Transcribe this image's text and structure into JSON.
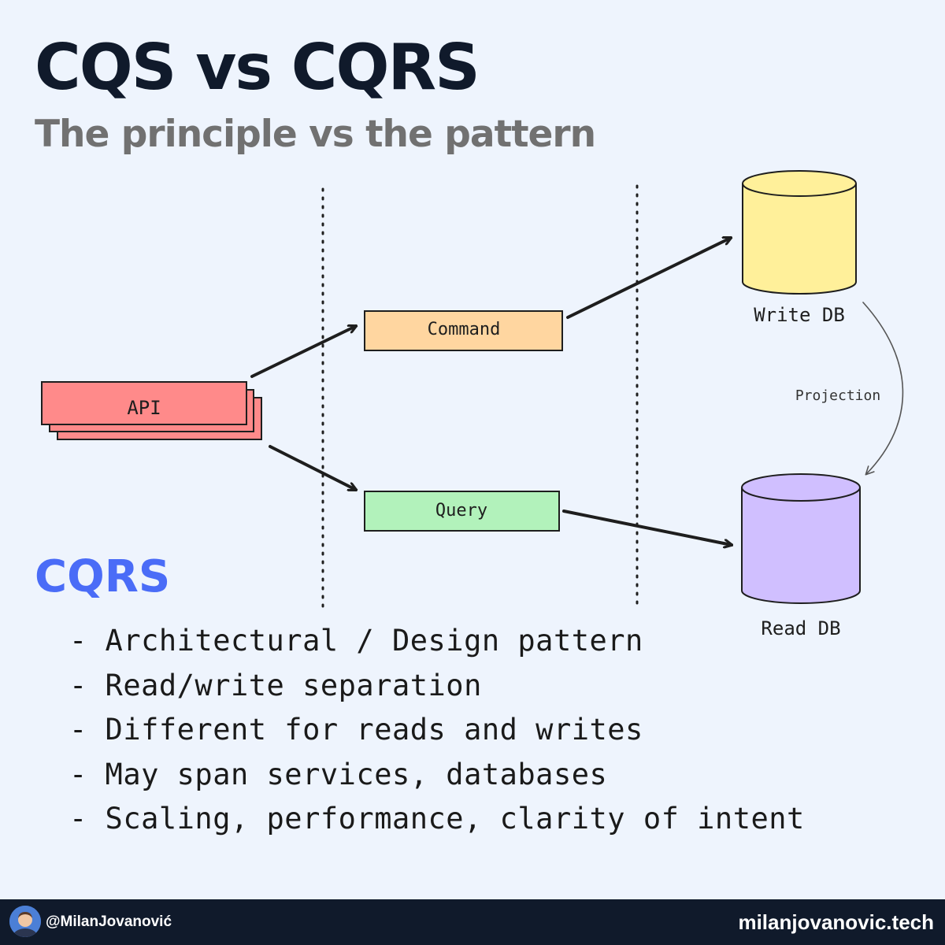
{
  "header": {
    "title": "CQS vs CQRS",
    "subtitle": "The principle vs the pattern"
  },
  "diagram": {
    "api_label": "API",
    "command_label": "Command",
    "query_label": "Query",
    "write_db_label": "Write DB",
    "read_db_label": "Read DB",
    "projection_label": "Projection",
    "colors": {
      "api": "#ff8a8a",
      "command": "#ffd6a0",
      "query": "#b2f2bb",
      "write_db": "#fff09a",
      "read_db": "#d0bfff"
    }
  },
  "section": {
    "heading": "CQRS",
    "heading_color": "#4a6cf7",
    "bullets": [
      "- Architectural / Design pattern",
      "- Read/write separation",
      "- Different for reads and writes",
      "- May span services, databases",
      "- Scaling, performance, clarity of intent"
    ]
  },
  "footer": {
    "handle": "@MilanJovanović",
    "website": "milanjovanovic.tech"
  }
}
